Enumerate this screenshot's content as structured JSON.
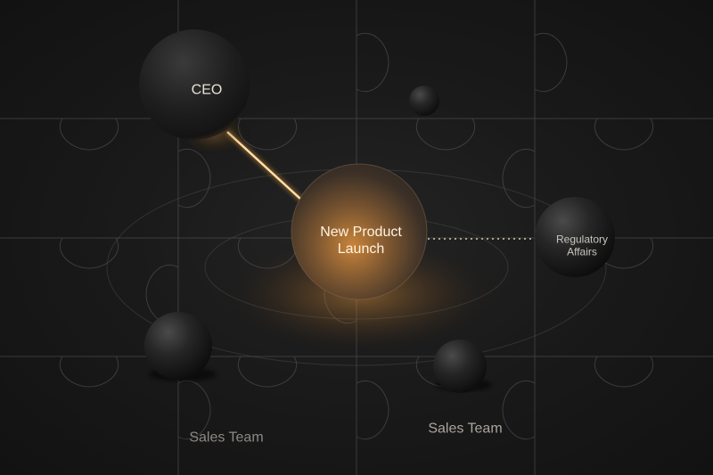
{
  "nodes": {
    "ceo": {
      "label": "CEO"
    },
    "launch": {
      "line1": "New Product",
      "line2": "Launch"
    },
    "regulatory": {
      "line1": "Regulatory",
      "line2": "Affairs"
    },
    "sales_left": {
      "label": "Sales Team"
    },
    "sales_right": {
      "label": "Sales Team"
    }
  },
  "colors": {
    "background": "#151515",
    "accent_glow": "#f0a040",
    "puzzle_lines": "#5a5a5a",
    "sphere_dark": "#1c1c1c"
  }
}
